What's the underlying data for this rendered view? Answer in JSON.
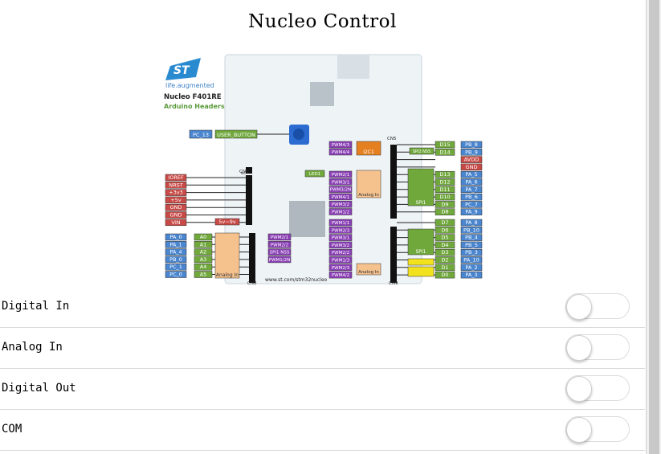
{
  "page": {
    "title": "Nucleo Control"
  },
  "board": {
    "brand": "life.augmented",
    "model": "Nucleo F401RE",
    "subtitle": "Arduino Headers",
    "button_pin": "PC_13",
    "button_label": "USER_BUTTON",
    "led_label": "LED1",
    "left_power": [
      "IOREF",
      "NRST",
      "+3v3",
      "+5v",
      "GND",
      "GND",
      "VIN"
    ],
    "vin_range": "5v~9v",
    "analog_ports": [
      "PA_0",
      "PA_1",
      "PA_4",
      "PB_0",
      "PC_1",
      "PC_0"
    ],
    "analog_pins": [
      "A0",
      "A1",
      "A2",
      "A3",
      "A4",
      "A5"
    ],
    "analog_box": "Analog In",
    "pwm_left_bottom": [
      "PWM2/1",
      "PWM2/2",
      "SPI1 NSS",
      "PWM1/2N"
    ],
    "top_right_pins": [
      "D15",
      "D14",
      "AVDD",
      "GND",
      "D13",
      "D12",
      "D11",
      "D10",
      "D9",
      "D8"
    ],
    "top_right_ports": [
      "PB_8",
      "PB_9",
      "AVDD",
      "GND",
      "PA_5",
      "PA_6",
      "PA_7",
      "PB_6",
      "PC_7",
      "PA_9"
    ],
    "bottom_right_pins": [
      "D7",
      "D6",
      "D5",
      "D4",
      "D3",
      "D2",
      "D1",
      "D0"
    ],
    "bottom_right_ports": [
      "PA_8",
      "PB_10",
      "PB_4",
      "PB_5",
      "PB_3",
      "PA_10",
      "PA_2",
      "PA_3"
    ],
    "pwm_top": [
      "PWM4/3",
      "PWM4/4"
    ],
    "pwm_mid": [
      "PWM2/1",
      "PWM3/1",
      "PWM3/2N",
      "PWM4/1",
      "PWM3/2",
      "PWM1/2"
    ],
    "pwm_bottom": [
      "PWM1/1",
      "PWM2/3",
      "PWM3/1",
      "PWM3/2",
      "PWM2/2",
      "PWM1/3",
      "PWM2/3",
      "PWM4/2"
    ],
    "i2c1": "I2C1",
    "spi2": "SPI2 NSS",
    "spi1": "SPI1",
    "connectors": [
      "CN6",
      "CN5",
      "CN8",
      "CN9",
      "NC"
    ],
    "website": "www.st.com/stm32nucleo"
  },
  "toggles": [
    {
      "label": "Digital In",
      "state": false
    },
    {
      "label": "Analog In",
      "state": false
    },
    {
      "label": "Digital Out",
      "state": false
    },
    {
      "label": "COM",
      "state": false
    }
  ],
  "colors": {
    "port": "#4a86d0",
    "pin_green": "#70a83c",
    "pwm_purple": "#8a3fb5",
    "power_red": "#c84a46",
    "analog_orange": "#f5c28e",
    "i2c_orange": "#e48020",
    "yellow": "#f2e21e"
  }
}
